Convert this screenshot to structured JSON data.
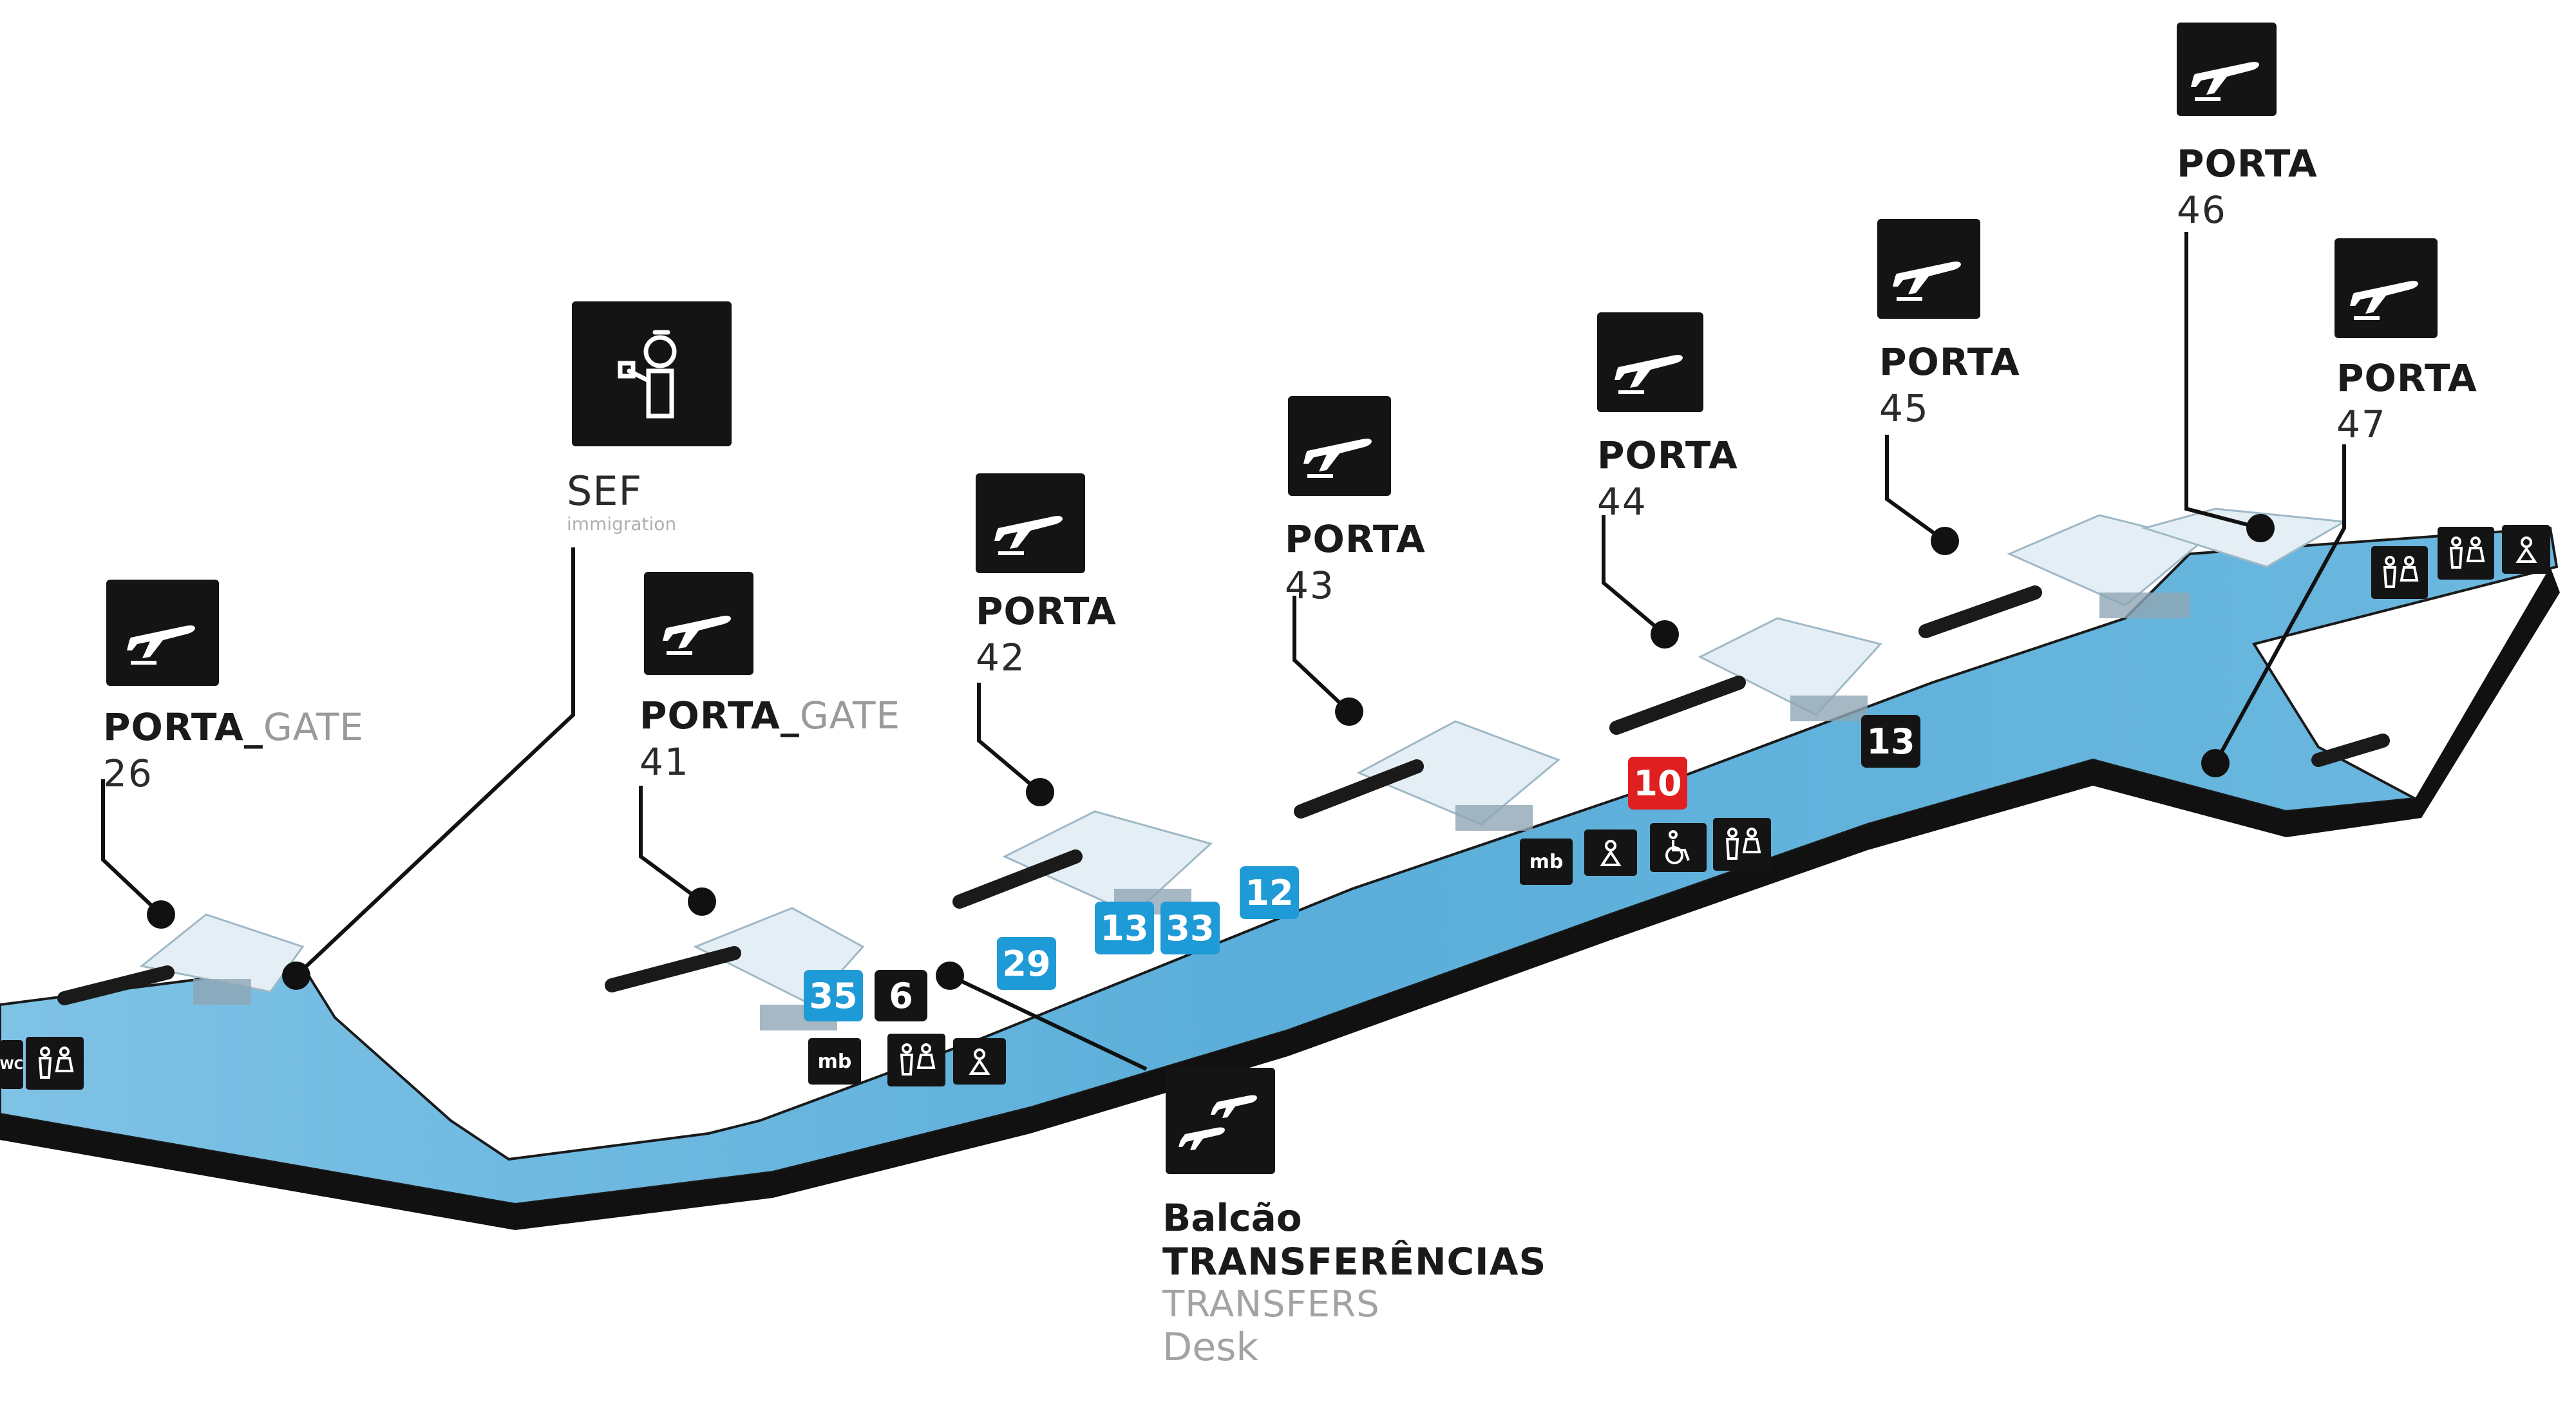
{
  "gates": [
    {
      "id": "gate-26",
      "title": "PORTA_",
      "subtitle": "GATE",
      "number": "26"
    },
    {
      "id": "gate-41",
      "title": "PORTA_",
      "subtitle": "GATE",
      "number": "41"
    },
    {
      "id": "gate-42",
      "title": "PORTA",
      "subtitle": "",
      "number": "42"
    },
    {
      "id": "gate-43",
      "title": "PORTA",
      "subtitle": "",
      "number": "43"
    },
    {
      "id": "gate-44",
      "title": "PORTA",
      "subtitle": "",
      "number": "44"
    },
    {
      "id": "gate-45",
      "title": "PORTA",
      "subtitle": "",
      "number": "45"
    },
    {
      "id": "gate-46",
      "title": "PORTA",
      "subtitle": "",
      "number": "46"
    },
    {
      "id": "gate-47",
      "title": "PORTA",
      "subtitle": "",
      "number": "47"
    }
  ],
  "sef": {
    "title": "SEF",
    "subtitle": "immigration",
    "icon": "immigration-officer-icon"
  },
  "transfer_desk": {
    "line1": "Balcão",
    "line2": "TRANSFERÊNCIAS",
    "line3": "TRANSFERS",
    "line4": "Desk",
    "icon": "transfer-planes-icon"
  },
  "badges": [
    {
      "text": "35",
      "color": "#1e9ad6"
    },
    {
      "text": "6",
      "color": "#141414"
    },
    {
      "text": "29",
      "color": "#1e9ad6"
    },
    {
      "text": "13",
      "color": "#1e9ad6"
    },
    {
      "text": "33",
      "color": "#1e9ad6"
    },
    {
      "text": "12",
      "color": "#1e9ad6"
    },
    {
      "text": "10",
      "color": "#e02020"
    },
    {
      "text": "13",
      "color": "#141414"
    }
  ],
  "facilities": {
    "mb": "mb",
    "wc": "WC"
  },
  "colors": {
    "terminal_blue": "#5aaed9",
    "terminal_light": "#d6e9f3",
    "terminal_edge": "#1a1a1a",
    "leader_line": "#111111"
  }
}
